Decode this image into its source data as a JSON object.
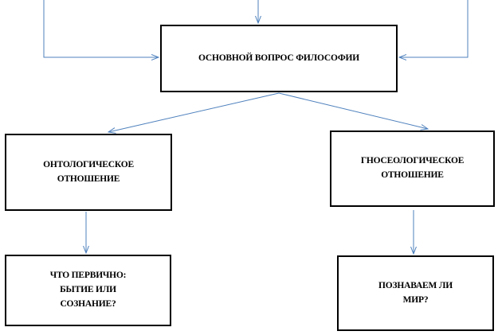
{
  "colors": {
    "box_border": "#000000",
    "connector": "#4f81bd",
    "text": "#000000"
  },
  "nodes": {
    "main": "ОСНОВНОЙ ВОПРОС ФИЛОСОФИИ",
    "ontological": "ОНТОЛОГИЧЕСКОЕ\nОТНОШЕНИЕ",
    "gnoseological": "ГНОСЕОЛОГИЧЕСКОЕ\nОТНОШЕНИЕ",
    "what_is_primary": "ЧТО ПЕРВИЧНО:\nБЫТИЕ ИЛИ\nСОЗНАНИЕ?",
    "can_we_know": "ПОЗНАВАЕМ  ЛИ\nМИР?"
  }
}
